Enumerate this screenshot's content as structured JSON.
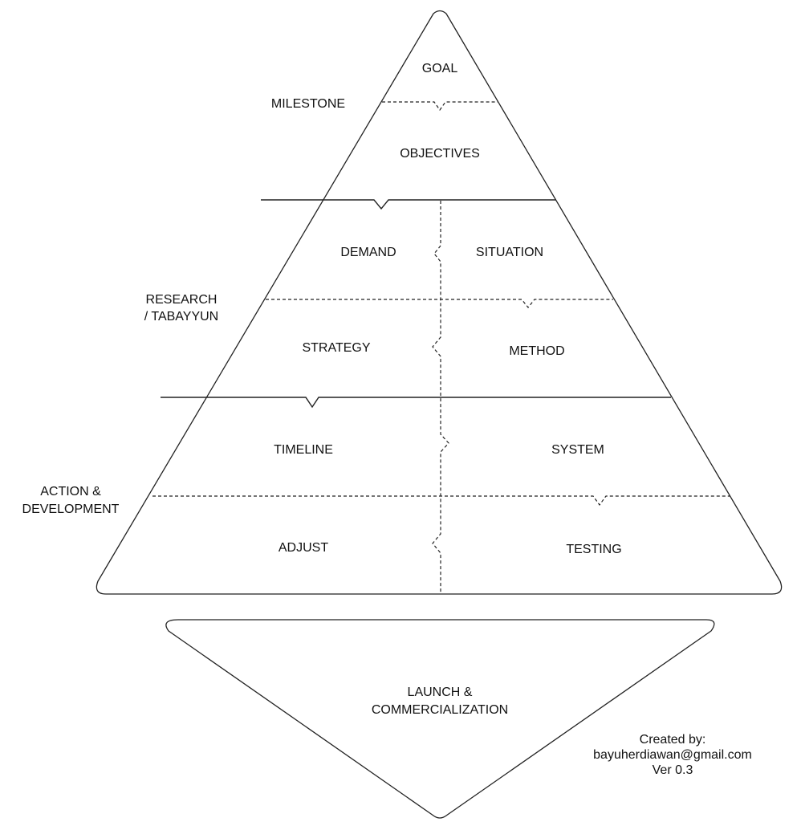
{
  "pyramid": {
    "cells": {
      "goal": "GOAL",
      "objectives": "OBJECTIVES",
      "demand": "DEMAND",
      "situation": "SITUATION",
      "strategy": "STRATEGY",
      "method": "METHOD",
      "timeline": "TIMELINE",
      "system": "SYSTEM",
      "adjust": "ADJUST",
      "testing": "TESTING"
    }
  },
  "phases": {
    "milestone": "MILESTONE",
    "research": [
      "RESEARCH",
      "/ TABAYYUN"
    ],
    "action": [
      "ACTION &",
      "DEVELOPMENT"
    ]
  },
  "launch": [
    "LAUNCH &",
    "COMMERCIALIZATION"
  ],
  "credit": {
    "line1": "Created by:",
    "line2": "bayuherdiawan@gmail.com",
    "line3": "Ver 0.3"
  }
}
